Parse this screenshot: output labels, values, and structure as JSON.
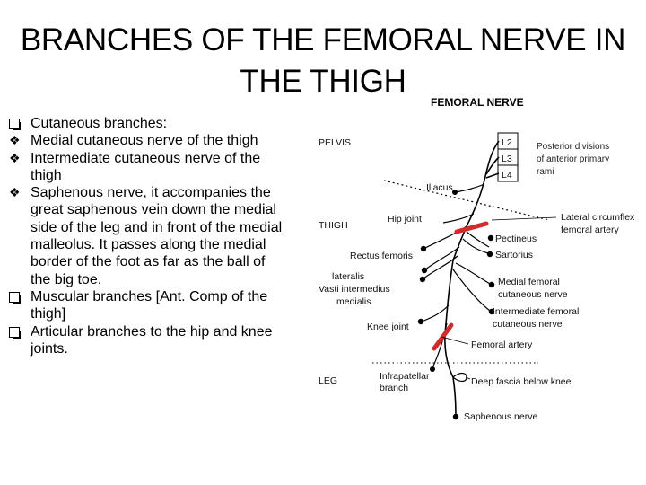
{
  "title": {
    "line1": "BRANCHES OF THE FEMORAL NERVE IN",
    "line2": "THE THIGH"
  },
  "bullets": [
    {
      "marker": "square-check",
      "text": "Cutaneous branches:"
    },
    {
      "marker": "diamond",
      "text": "Medial cutaneous nerve of the thigh"
    },
    {
      "marker": "diamond",
      "text": " Intermediate cutaneous nerve of the thigh"
    },
    {
      "marker": "diamond",
      "text": " Saphenous nerve, it accompanies the great saphenous vein down the medial side of the leg and in front of the medial malleolus. It passes along the medial border of the foot as far as the ball of the big toe."
    },
    {
      "marker": "square-check",
      "text": " Muscular branches [Ant. Comp of the thigh]"
    },
    {
      "marker": "square-check",
      "text": " Articular branches to the hip and knee joints."
    }
  ],
  "diagram": {
    "heading": "FEMORAL NERVE",
    "sections": {
      "pelvis": "PELVIS",
      "thigh": "THIGH",
      "leg": "LEG"
    },
    "roots": [
      "L2",
      "L3",
      "L4"
    ],
    "root_note": [
      "Posterior divisions",
      "of anterior primary",
      "rami"
    ],
    "labels": {
      "iliacus": "Iliacus",
      "hip_joint": "Hip joint",
      "lateral_circumflex": [
        "Lateral circumflex",
        "femoral artery"
      ],
      "pectineus": "Pectineus",
      "sartorius": "Sartorius",
      "rectus_femoris": "Rectus femoris",
      "vasti": [
        "lateralis",
        "Vasti  intermedius",
        "medialis"
      ],
      "medial_femoral": [
        "Medial femoral",
        "cutaneous nerve"
      ],
      "intermediate_femoral": [
        "Intermediate femoral",
        "cutaneous nerve"
      ],
      "knee_joint": "Knee joint",
      "femoral_artery": "Femoral artery",
      "infrapatellar": [
        "Infrapatellar",
        "branch"
      ],
      "deep_fascia": "Deep fascia below knee",
      "saphenous": "Saphenous nerve"
    },
    "colors": {
      "nerve": "#000000",
      "artery": "#d42a2a"
    }
  }
}
